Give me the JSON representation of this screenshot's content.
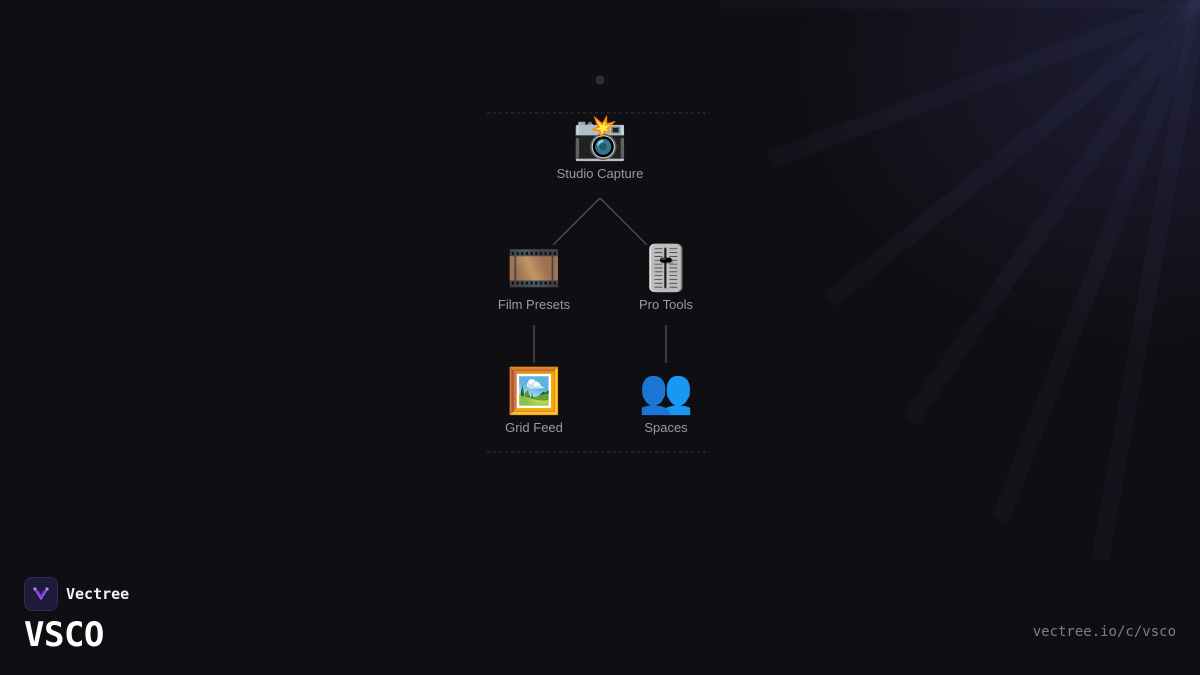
{
  "brand": {
    "name": "Vectree",
    "accent": "#a855f7"
  },
  "page": {
    "title": "VSCO",
    "url": "vectree.io/c/vsco"
  },
  "tree": {
    "root": {
      "label": "Studio Capture",
      "icon": "camera-flash-icon",
      "glyph": "📸"
    },
    "branches": [
      {
        "label": "Film Presets",
        "icon": "film-frames-icon",
        "glyph": "🎞️",
        "child": {
          "label": "Grid Feed",
          "icon": "framed-picture-icon",
          "glyph": "🖼️"
        }
      },
      {
        "label": "Pro Tools",
        "icon": "level-slider-icon",
        "glyph": "🎚️",
        "child": {
          "label": "Spaces",
          "icon": "people-icon",
          "glyph": "👥"
        }
      }
    ]
  },
  "colors": {
    "background": "#0f0e12",
    "connector": "#4a4a52",
    "label": "#9a9aa3"
  }
}
